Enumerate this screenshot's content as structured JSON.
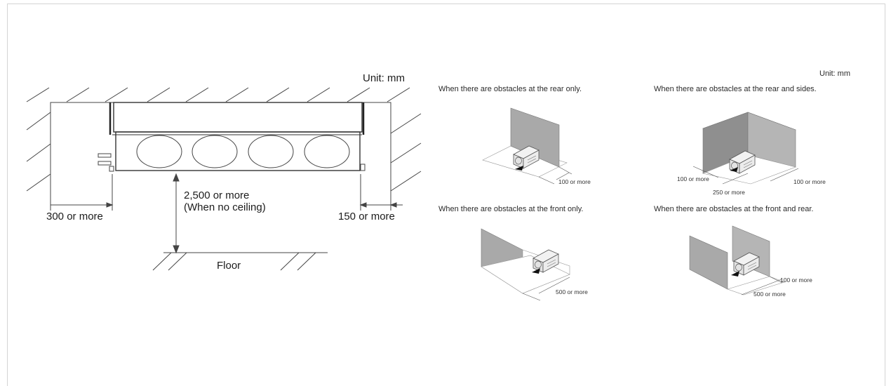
{
  "left_diagram": {
    "unit": "Unit: mm",
    "left_clearance": "300 or more",
    "right_clearance": "150 or more",
    "height_clearance_line1": "2,500 or more",
    "height_clearance_line2": "(When no ceiling)",
    "floor_label": "Floor"
  },
  "right_diagrams": {
    "unit": "Unit: mm",
    "panels": [
      {
        "caption": "When there are obstacles at the rear only.",
        "labels": [
          "100 or more"
        ]
      },
      {
        "caption": "When there are obstacles at the rear and sides.",
        "labels": [
          "100 or more",
          "250 or more",
          "100 or more"
        ]
      },
      {
        "caption": "When there are obstacles at the front only.",
        "labels": [
          "500 or more"
        ]
      },
      {
        "caption": "When there are obstacles at the front and rear.",
        "labels": [
          "100 or more",
          "500 or more"
        ]
      }
    ]
  }
}
